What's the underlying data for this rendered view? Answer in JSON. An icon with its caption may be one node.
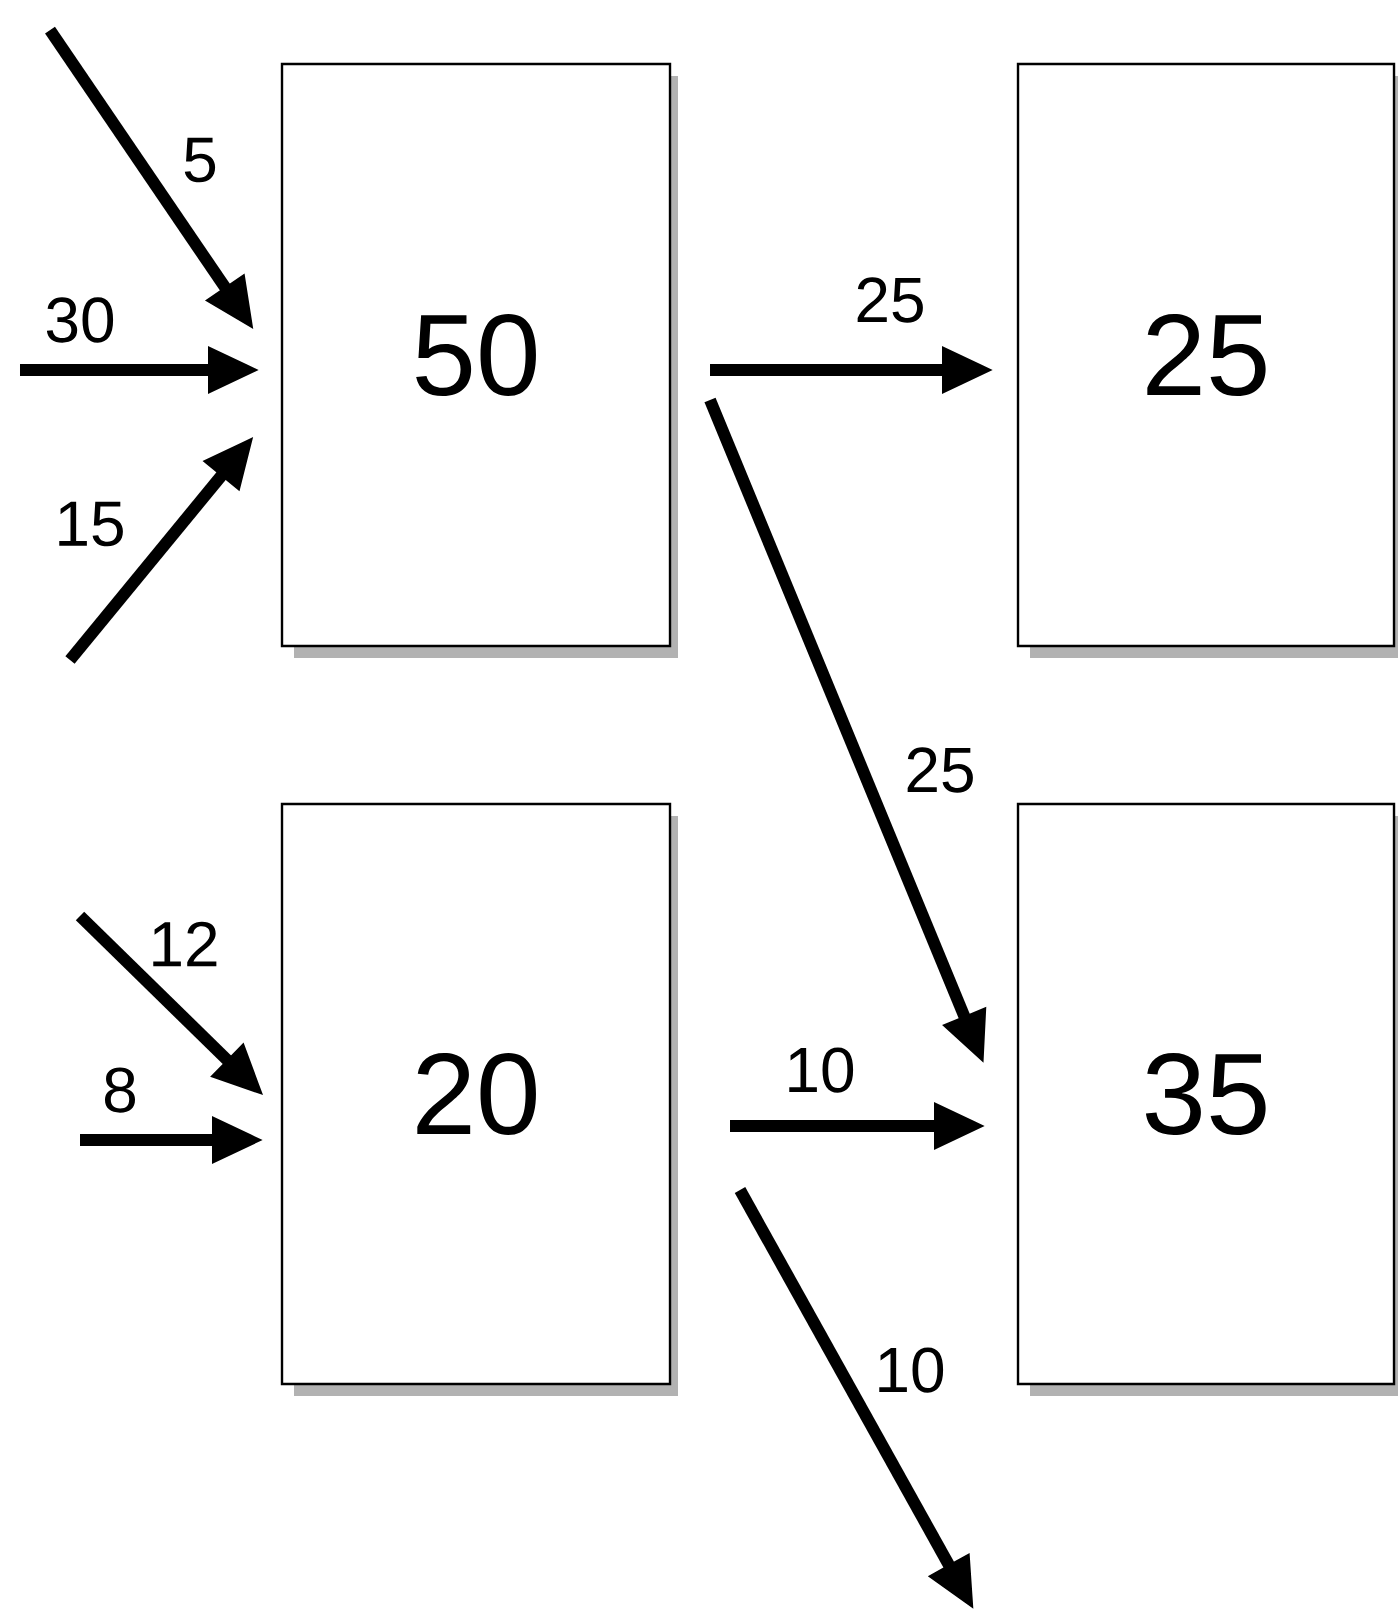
{
  "diagram": {
    "nodes": [
      {
        "text": [
          "50"
        ]
      },
      {
        "text": [
          "25"
        ]
      },
      {
        "text": [
          "20"
        ]
      },
      {
        "text": [
          "35"
        ]
      }
    ],
    "edges": [
      {
        "from": null,
        "to": 0,
        "arrow": "to",
        "label": "5"
      },
      {
        "from": null,
        "to": 0,
        "arrow": "to",
        "label": "30"
      },
      {
        "from": null,
        "to": 0,
        "arrow": "to",
        "label": "15"
      },
      {
        "from": 0,
        "to": 1,
        "arrow": "to",
        "label": "25"
      },
      {
        "from": 0,
        "to": 3,
        "arrow": "to",
        "label": "25"
      },
      {
        "from": null,
        "to": 2,
        "arrow": "to",
        "label": "12"
      },
      {
        "from": null,
        "to": 2,
        "arrow": "to",
        "label": "8"
      },
      {
        "from": 2,
        "to": 3,
        "arrow": "to",
        "label": "10"
      },
      {
        "from": 2,
        "to": null,
        "arrow": "to",
        "label": "10"
      }
    ]
  }
}
